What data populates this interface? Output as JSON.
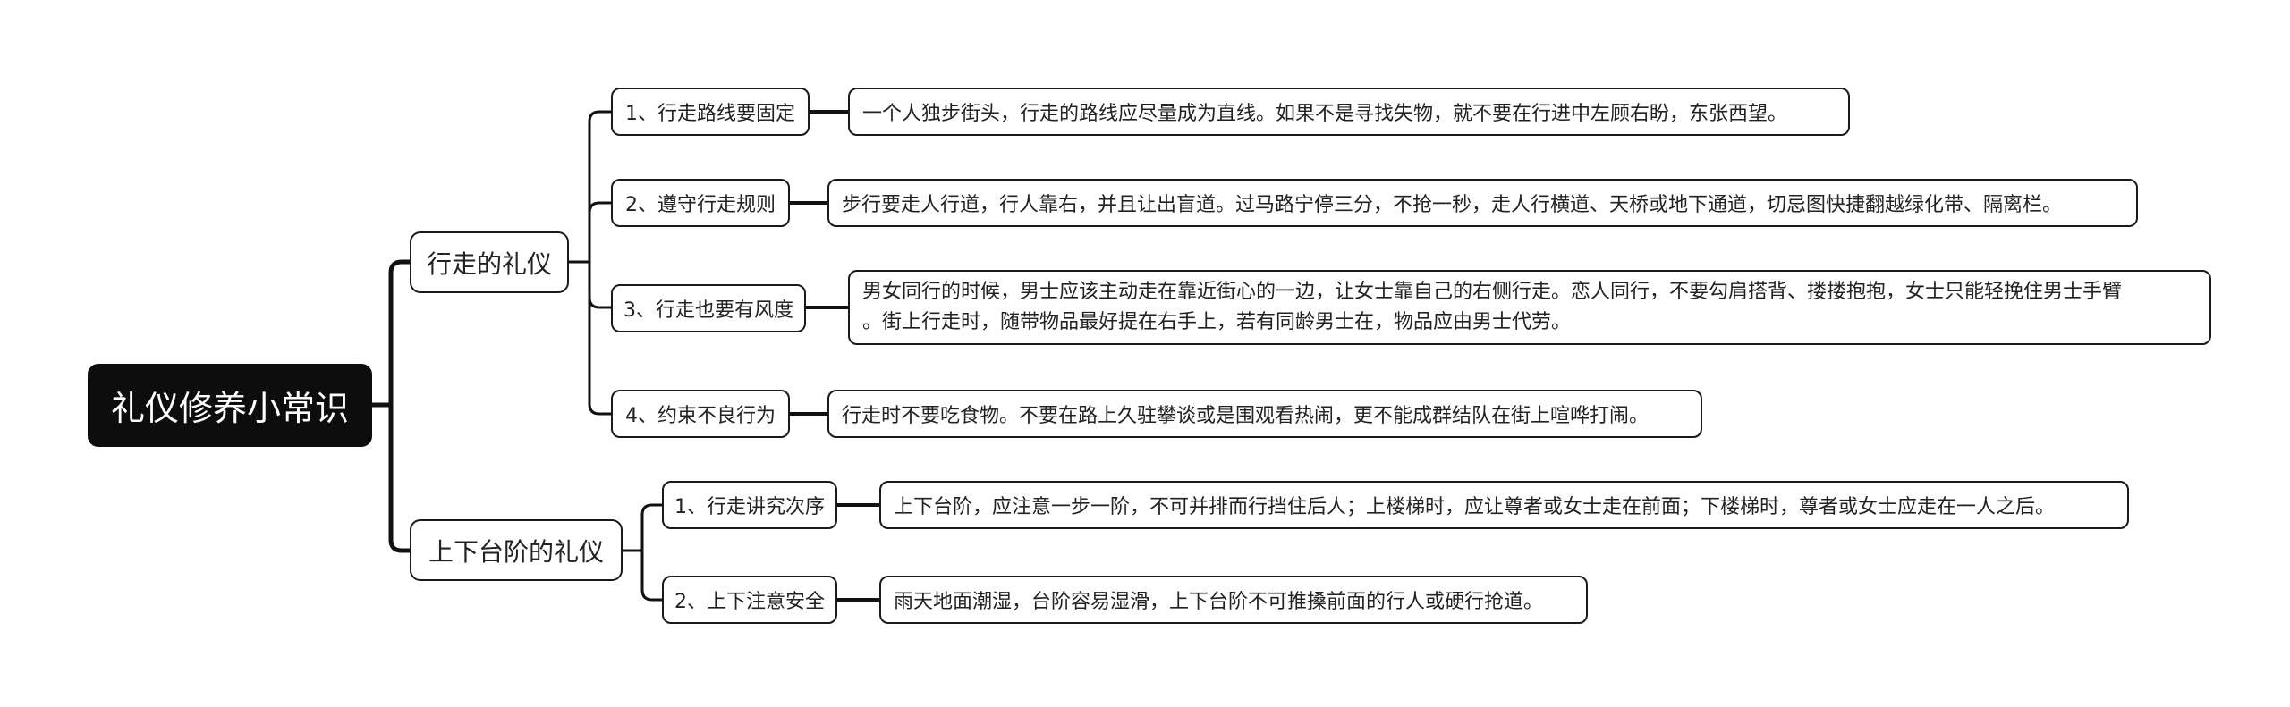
{
  "mindmap": {
    "root": {
      "label": "礼仪修养小常识"
    },
    "branches": [
      {
        "label": "行走的礼仪",
        "topics": [
          {
            "label": "1、行走路线要固定",
            "detail": "一个人独步街头，行走的路线应尽量成为直线。如果不是寻找失物，就不要在行进中左顾右盼，东张西望。"
          },
          {
            "label": "2、遵守行走规则",
            "detail": "步行要走人行道，行人靠右，并且让出盲道。过马路宁停三分，不抢一秒，走人行横道、天桥或地下通道，切忌图快捷翻越绿化带、隔离栏。"
          },
          {
            "label": "3、行走也要有风度",
            "detail_lines": [
              "男女同行的时候，男士应该主动走在靠近街心的一边，让女士靠自己的右侧行走。恋人同行，不要勾肩搭背、搂搂抱抱，女士只能轻挽住男士手臂",
              "。街上行走时，随带物品最好提在右手上，若有同龄男士在，物品应由男士代劳。"
            ]
          },
          {
            "label": "4、约束不良行为",
            "detail": "行走时不要吃食物。不要在路上久驻攀谈或是围观看热闹，更不能成群结队在街上喧哗打闹。"
          }
        ]
      },
      {
        "label": "上下台阶的礼仪",
        "topics": [
          {
            "label": "1、行走讲究次序",
            "detail": "上下台阶，应注意一步一阶，不可并排而行挡住后人；上楼梯时，应让尊者或女士走在前面；下楼梯时，尊者或女士应走在一人之后。"
          },
          {
            "label": "2、上下注意安全",
            "detail": "雨天地面潮湿，台阶容易湿滑，上下台阶不可推搡前面的行人或硬行抢道。"
          }
        ]
      }
    ]
  },
  "colors": {
    "root_fill": "#0d0d0d",
    "root_text": "#ffffff",
    "node_border": "#1a1a1a",
    "connector": "#111111",
    "background": "#ffffff"
  }
}
